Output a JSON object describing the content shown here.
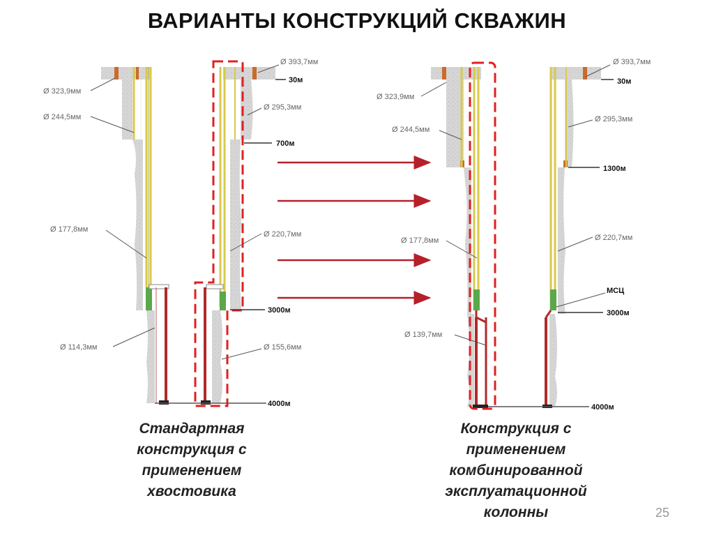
{
  "title": "ВАРИАНТЫ КОНСТРУКЦИЙ СКВАЖИН",
  "captions": {
    "left": [
      "Стандартная",
      "конструкция с",
      "применением",
      "хвостовика"
    ],
    "right": [
      "Конструкция с",
      "применением",
      "комбинированной",
      "эксплуатационной",
      "колонны"
    ]
  },
  "page_number": "25",
  "labels": {
    "d393": "Ø 393,7мм",
    "d323": "Ø 323,9мм",
    "d295": "Ø 295,3мм",
    "d244": "Ø 244,5мм",
    "d220": "Ø 220,7мм",
    "d177": "Ø 177,8мм",
    "d155": "Ø 155,6мм",
    "d139": "Ø 139,7мм",
    "d114": "Ø 114,3мм",
    "depth30": "30м",
    "depth700": "700м",
    "depth1300": "1300м",
    "depth3000": "3000м",
    "depth4000": "4000м",
    "msc": "МСЦ"
  },
  "colors": {
    "rock": "#d6d6d6",
    "casing_yellow": "#d8c94a",
    "casing_green": "#5aa84a",
    "cement_orange": "#cc6a2a",
    "tubing_red": "#b02a2a",
    "highlight_red": "#e02020",
    "arrow": "#b5202a"
  }
}
